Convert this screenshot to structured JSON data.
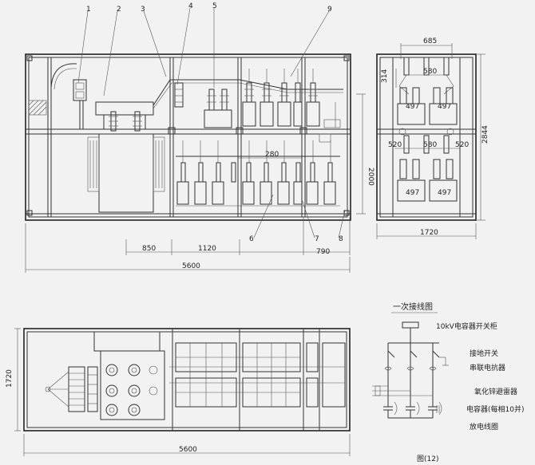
{
  "callouts": [
    "1",
    "2",
    "3",
    "4",
    "5",
    "9",
    "6",
    "7",
    "8"
  ],
  "front_dims": {
    "inner": "280",
    "w850": "850",
    "w1120": "1120",
    "w790": "790",
    "total": "5600",
    "height": "2000"
  },
  "side_dims": {
    "w685": "685",
    "w580a": "580",
    "d314": "314",
    "w497a": "497",
    "w497b": "497",
    "w520a": "520",
    "w580b": "580",
    "w520b": "520",
    "w497c": "497",
    "w497d": "497",
    "height": "2844",
    "width": "1720"
  },
  "plan_dims": {
    "total": "5600",
    "depth": "1720"
  },
  "schematic": {
    "title": "一次接线图",
    "labels": [
      "10kV电容器开关柜",
      "接地开关",
      "串联电抗器",
      "氧化锌避雷器",
      "电容器(每相10并)",
      "放电线圈"
    ]
  },
  "figure_label": "图(12)"
}
